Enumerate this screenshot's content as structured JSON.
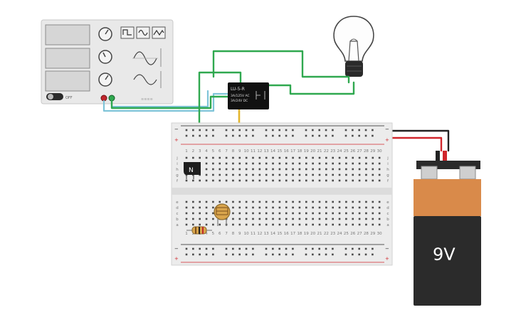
{
  "circuit": {
    "function_generator": {
      "waveform_buttons": [
        "square",
        "sine",
        "triangle"
      ],
      "power_button_label": "OFF"
    },
    "relay": {
      "part": "LU-5-R",
      "rating_line1": "3A/125V AC",
      "rating_line2": "3A/24V DC"
    },
    "transistor": {
      "label": "N"
    },
    "battery": {
      "label": "9V"
    },
    "breadboard": {
      "row_letters_top": [
        "j",
        "i",
        "h",
        "g",
        "f"
      ],
      "row_letters_bottom": [
        "e",
        "d",
        "c",
        "b",
        "a"
      ],
      "column_numbers": [
        "1",
        "2",
        "3",
        "4",
        "5",
        "6",
        "7",
        "8",
        "9",
        "10",
        "11",
        "12",
        "13",
        "14",
        "15",
        "16",
        "17",
        "18",
        "19",
        "20",
        "21",
        "22",
        "23",
        "24",
        "25",
        "26",
        "27",
        "28",
        "29",
        "30"
      ],
      "rail_plus": "+",
      "rail_minus": "−"
    }
  },
  "colors": {
    "wire_green": "#2fa84f",
    "wire_blue": "#7fc4d8",
    "wire_red": "#d0262c",
    "wire_black": "#222222",
    "wire_yellow": "#e3b52c",
    "battery_orange": "#d98a4a",
    "battery_body": "#2b2b2b"
  }
}
